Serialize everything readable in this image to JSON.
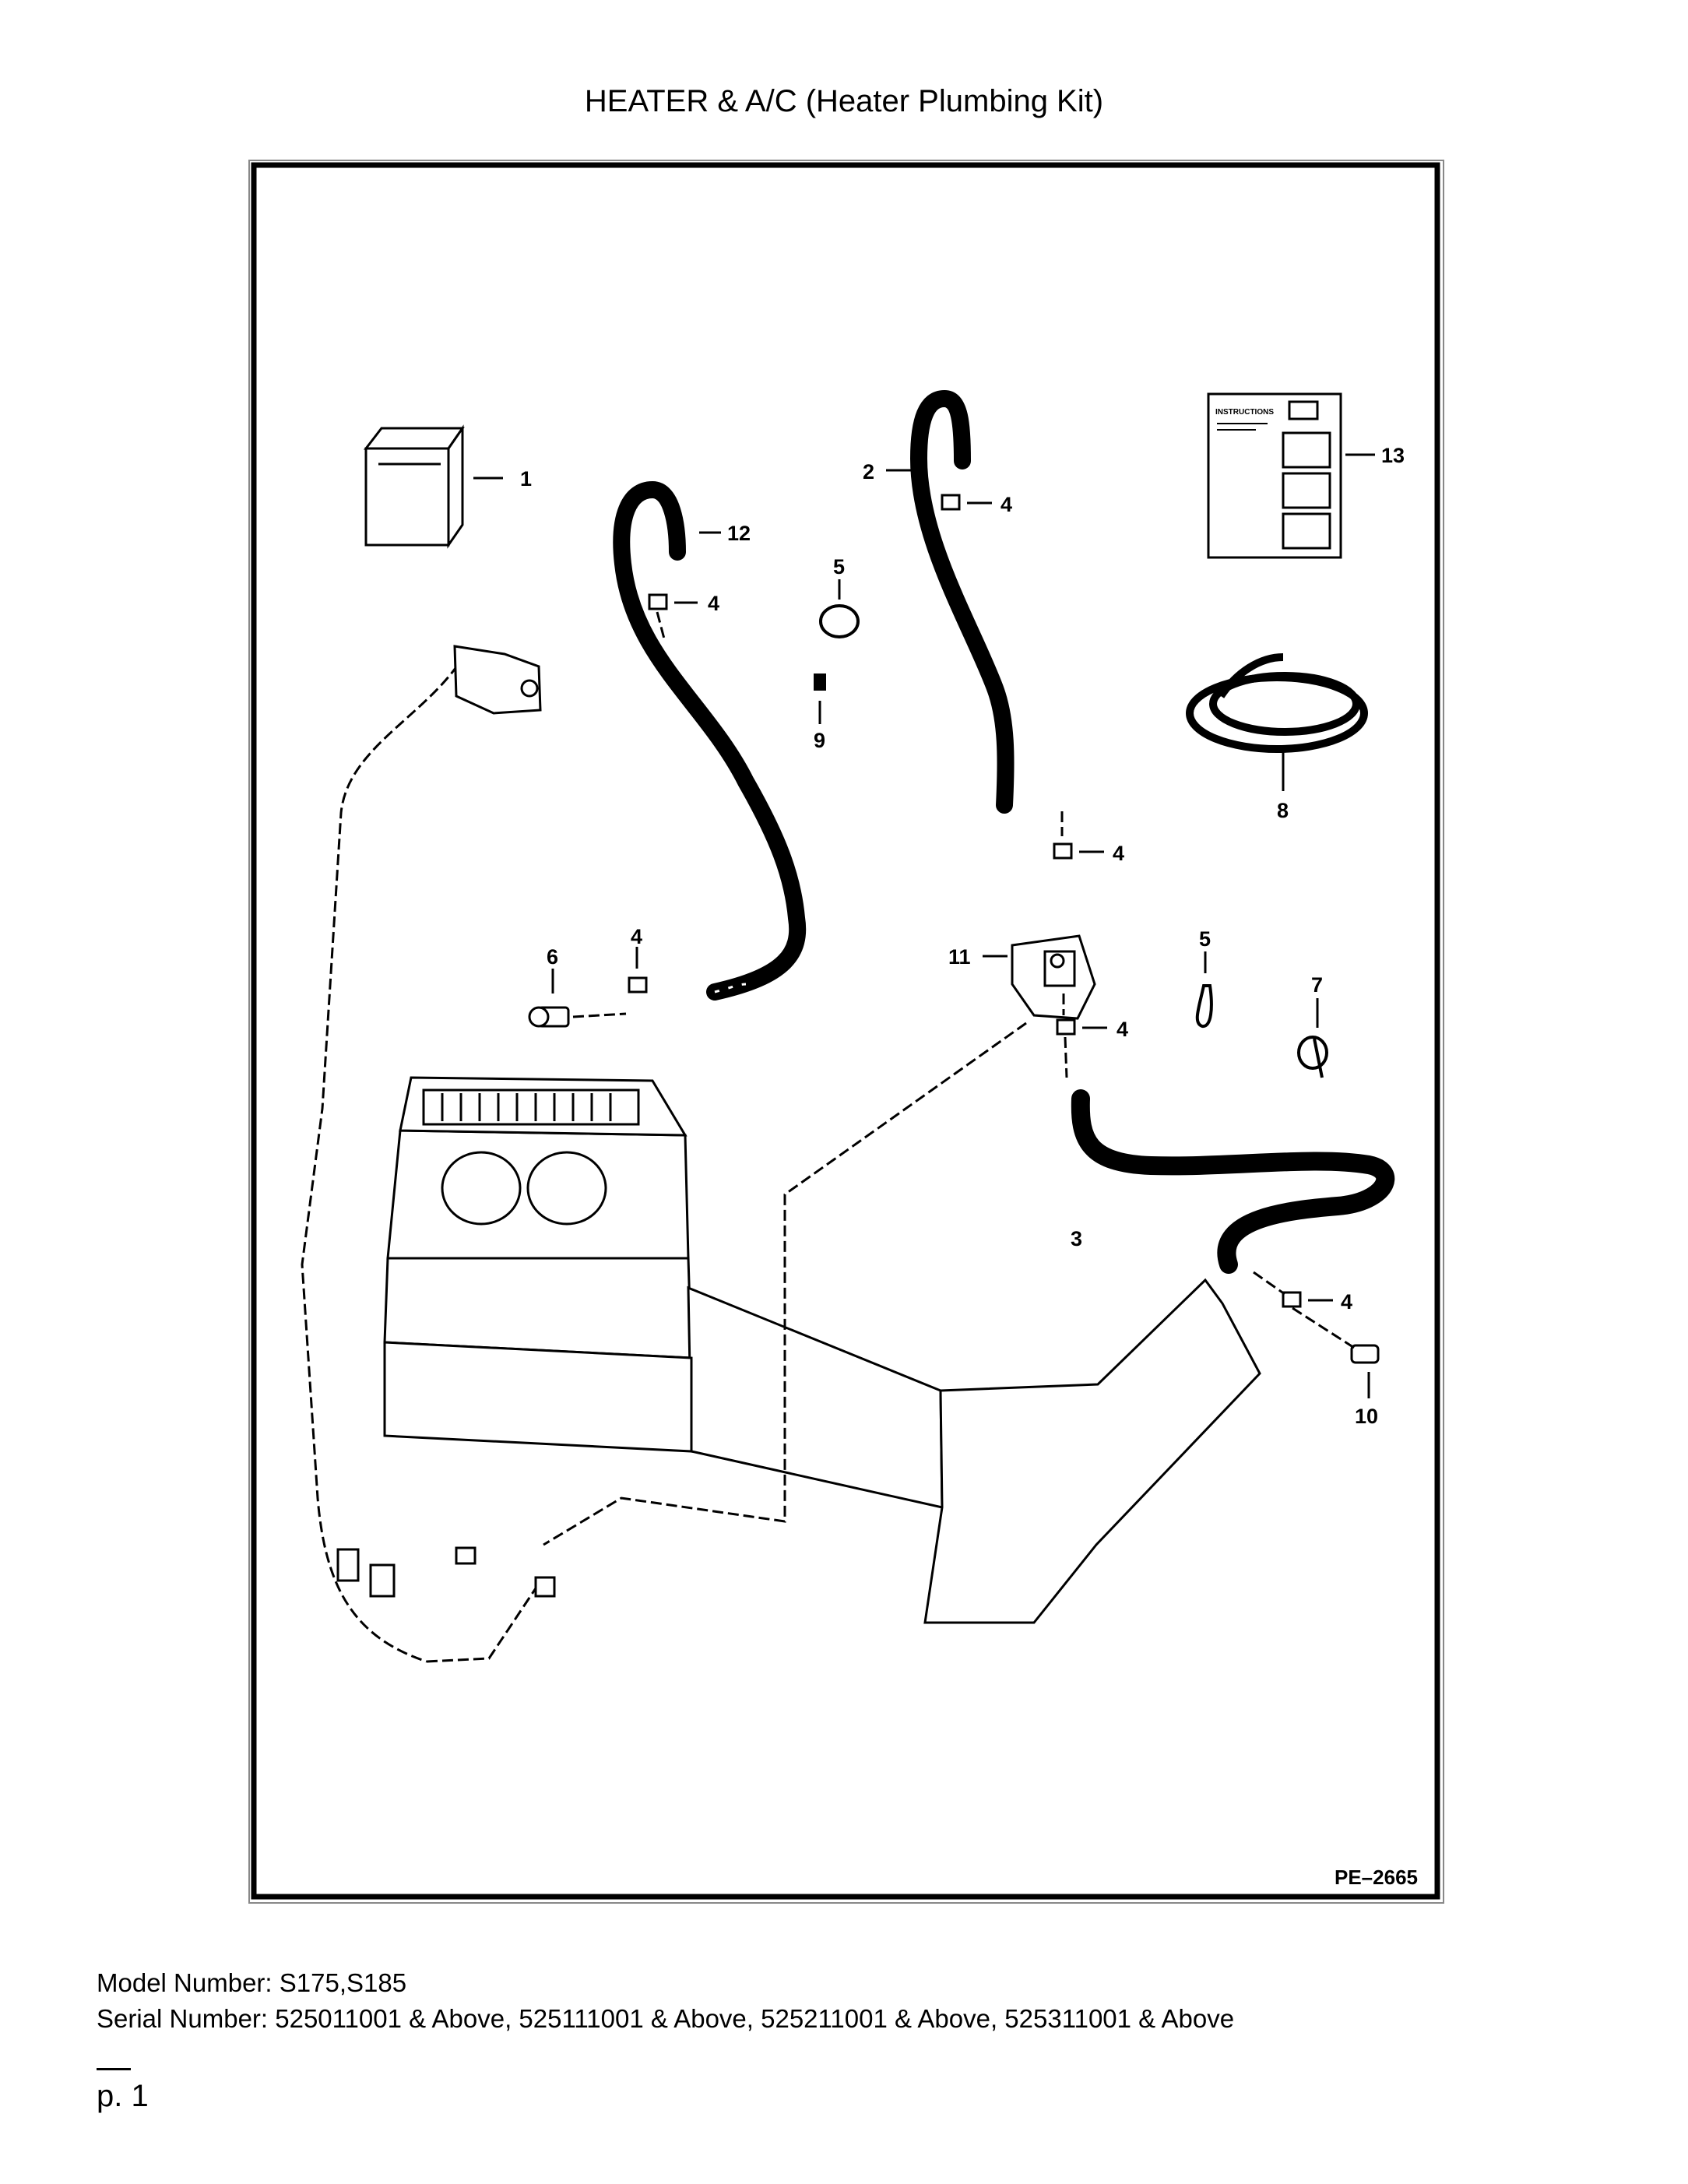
{
  "header": {
    "title": "HEATER & A/C (Heater Plumbing Kit)"
  },
  "diagram": {
    "drawing_id": "PE–2665",
    "instructions_label": "INSTRUCTIONS",
    "callouts": {
      "c1": "1",
      "c2": "2",
      "c3": "3",
      "c4a": "4",
      "c4b": "4",
      "c4c": "4",
      "c4d": "4",
      "c4e": "4",
      "c4f": "4",
      "c5a": "5",
      "c5b": "5",
      "c6": "6",
      "c7": "7",
      "c8": "8",
      "c9": "9",
      "c10": "10",
      "c11": "11",
      "c12": "12",
      "c13": "13"
    }
  },
  "footer": {
    "model_line": "Model Number: S175,S185",
    "serial_line": "Serial Number: 525011001 & Above, 525111001 & Above, 525211001 & Above, 525311001 & Above",
    "page_label": "p. 1"
  }
}
